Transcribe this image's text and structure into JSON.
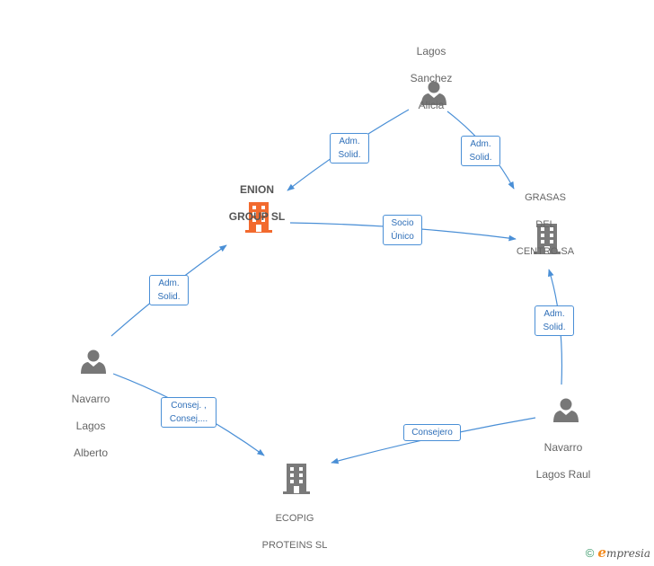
{
  "colors": {
    "edge": "#4a8fd6",
    "person": "#777777",
    "company": "#7a7a7a",
    "company_highlight": "#f26a2e"
  },
  "nodes": {
    "lagos_sanchez_alicia": {
      "type": "person",
      "lines": [
        "Lagos",
        "Sanchez",
        "Alicia"
      ]
    },
    "enion_group": {
      "type": "company",
      "highlight": true,
      "lines": [
        "ENION",
        "GROUP  SL"
      ]
    },
    "grasas_del_centro": {
      "type": "company",
      "lines": [
        "GRASAS",
        "DEL",
        "CENTRO SA"
      ]
    },
    "navarro_lagos_alberto": {
      "type": "person",
      "lines": [
        "Navarro",
        "Lagos",
        "Alberto"
      ]
    },
    "navarro_lagos_raul": {
      "type": "person",
      "lines": [
        "Navarro",
        "Lagos Raul"
      ]
    },
    "ecopig_proteins": {
      "type": "company",
      "lines": [
        "ECOPIG",
        "PROTEINS  SL"
      ]
    }
  },
  "edges": {
    "alicia_enion": [
      "Adm.",
      "Solid."
    ],
    "alicia_grasas": [
      "Adm.",
      "Solid."
    ],
    "enion_grasas": [
      "Socio",
      "Único"
    ],
    "alberto_enion": [
      "Adm.",
      "Solid."
    ],
    "raul_grasas": [
      "Adm.",
      "Solid."
    ],
    "alberto_ecopig": [
      "Consej. ,",
      "Consej...."
    ],
    "raul_ecopig": [
      "Consejero"
    ]
  },
  "footer": {
    "copyright": "©",
    "brand_initial": "e",
    "brand_rest": "mpresia"
  },
  "icons": {
    "person": "person-icon",
    "company": "building-icon"
  }
}
